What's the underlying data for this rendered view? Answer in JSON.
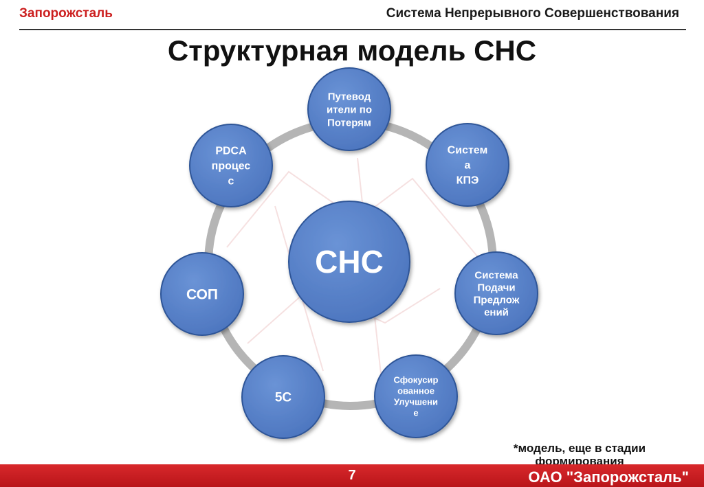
{
  "header": {
    "brand": "Запорожсталь",
    "system_name": "Система Непрерывного Совершенствования"
  },
  "title": "Структурная модель СНС",
  "diagram": {
    "center": {
      "label": "СНС"
    },
    "nodes": [
      {
        "id": "loss-guides",
        "lines": [
          "Путевод",
          "ители по",
          "Потерям"
        ]
      },
      {
        "id": "kpe-system",
        "lines": [
          "Систем",
          "а",
          "КПЭ"
        ]
      },
      {
        "id": "suggestion-system",
        "lines": [
          "Система",
          "Подачи",
          "Предлож",
          "ений"
        ]
      },
      {
        "id": "focused-improvement",
        "lines": [
          "Сфокусир",
          "ованное",
          "Улучшени",
          "е"
        ]
      },
      {
        "id": "5s",
        "lines": [
          "5С"
        ]
      },
      {
        "id": "sop",
        "lines": [
          "СОП"
        ]
      },
      {
        "id": "pdca-process",
        "lines": [
          "PDCA",
          "процес",
          "с"
        ]
      }
    ],
    "colors": {
      "node_fill": "#4f7ac4",
      "node_stroke": "#2f5597",
      "ring": "#b5b5b5",
      "text": "#ffffff"
    }
  },
  "footnote": "*модель, еще в стадии формирования",
  "footer": {
    "page_number": "7",
    "company": "ОАО \"Запорожсталь\""
  }
}
